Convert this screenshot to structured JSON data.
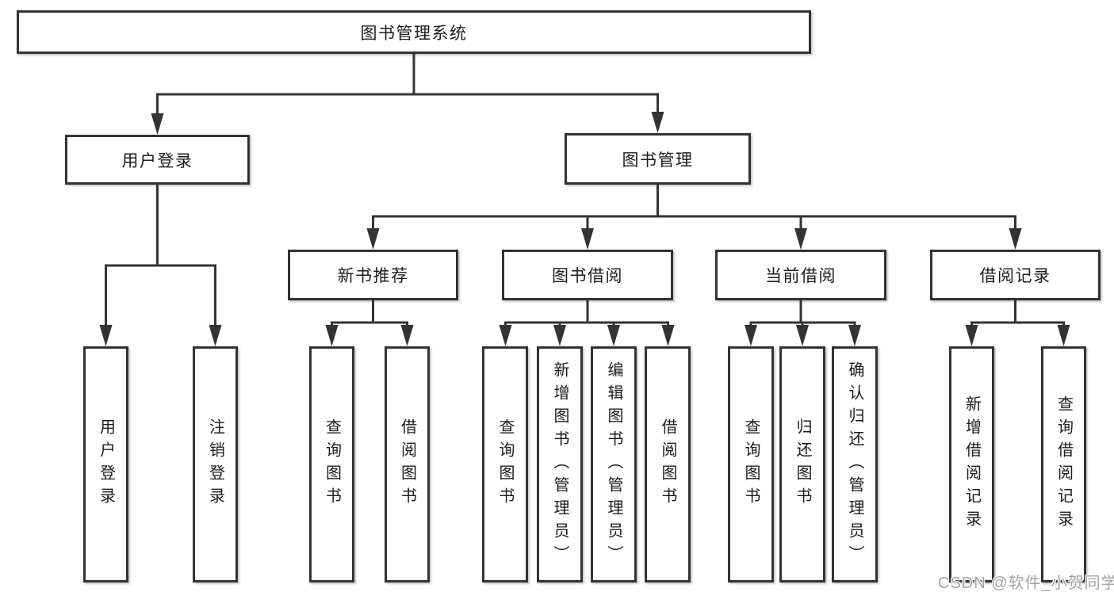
{
  "diagram": {
    "root": {
      "label": "图书管理系统"
    },
    "branches": [
      {
        "label": "用户登录",
        "leaves": [
          {
            "label": "用户登录"
          },
          {
            "label": "注销登录"
          }
        ]
      },
      {
        "label": "图书管理",
        "groups": [
          {
            "label": "新书推荐",
            "leaves": [
              {
                "label": "查询图书"
              },
              {
                "label": "借阅图书"
              }
            ]
          },
          {
            "label": "图书借阅",
            "leaves": [
              {
                "label": "查询图书"
              },
              {
                "label": "新增图书（管理员）"
              },
              {
                "label": "编辑图书（管理员）"
              },
              {
                "label": "借阅图书"
              }
            ]
          },
          {
            "label": "当前借阅",
            "leaves": [
              {
                "label": "查询图书"
              },
              {
                "label": "归还图书"
              },
              {
                "label": "确认归还（管理员）"
              }
            ]
          },
          {
            "label": "借阅记录",
            "leaves": [
              {
                "label": "新增借阅记录"
              },
              {
                "label": "查询借阅记录"
              }
            ]
          }
        ]
      }
    ]
  },
  "watermark": {
    "text": "CSDN @软件_小贺同学"
  },
  "colors": {
    "line": "#333333",
    "box_border": "#333333",
    "text": "#1c1c1c",
    "watermark": "#a3a3a3",
    "background": "#ffffff"
  }
}
